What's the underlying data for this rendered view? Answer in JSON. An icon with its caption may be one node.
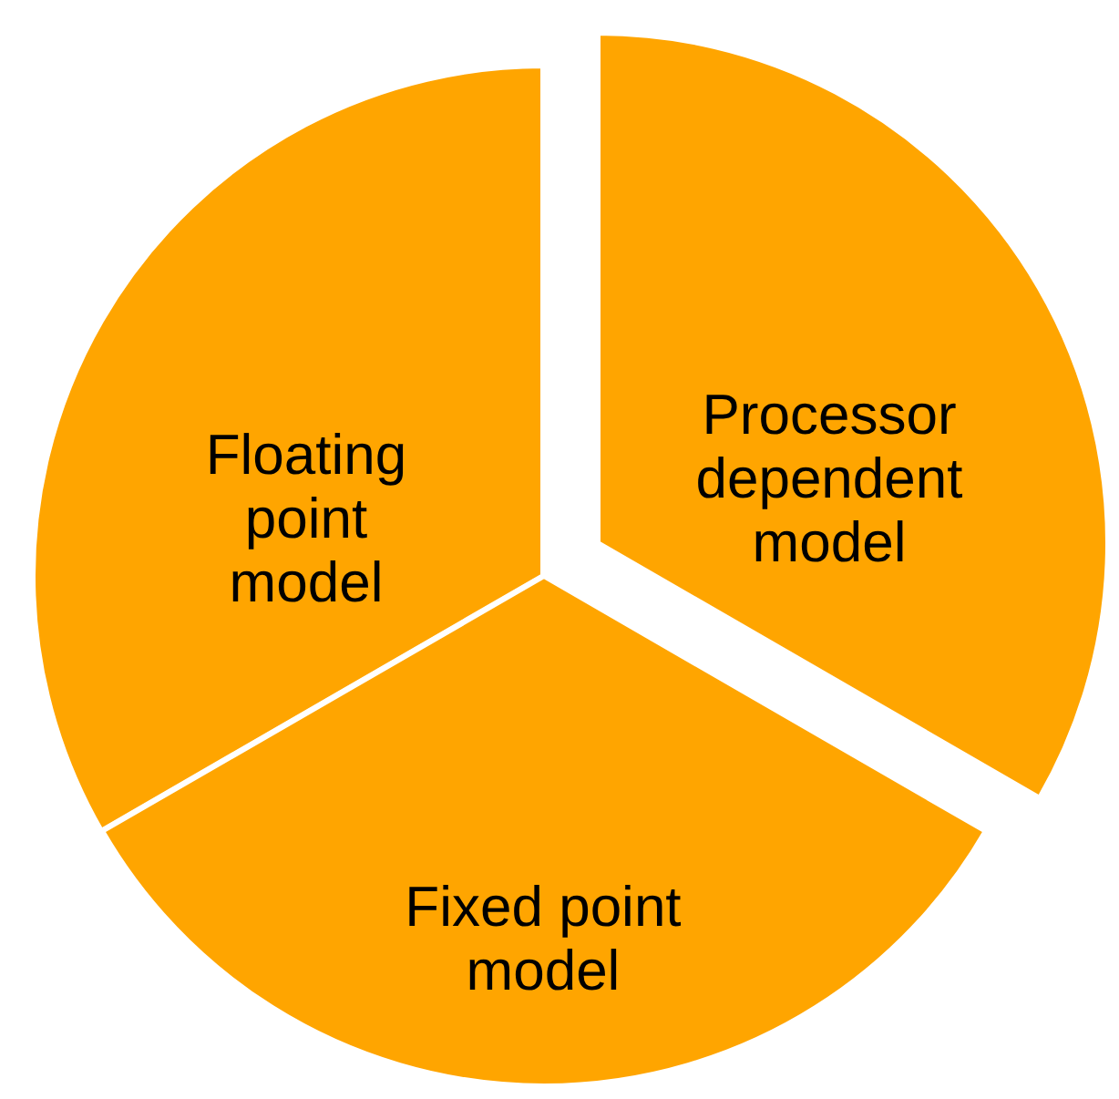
{
  "diagram": {
    "nodes": [
      {
        "text": [
          "Floating point model"
        ]
      },
      {
        "text": [
          "Processor dependent model"
        ]
      },
      {
        "text": [
          "Fixed point model"
        ]
      }
    ]
  }
}
